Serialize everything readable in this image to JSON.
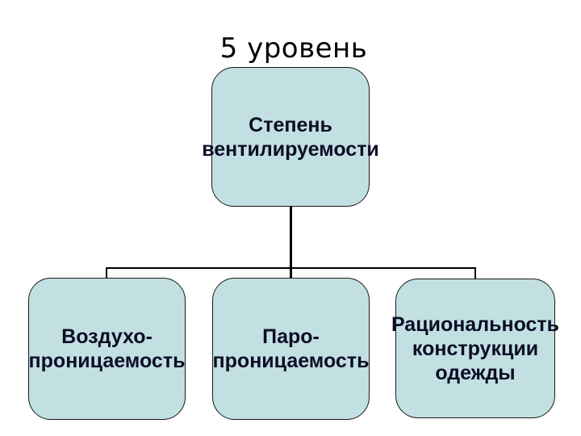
{
  "title": "5 уровень",
  "colors": {
    "node_fill": "#c2e0e2",
    "node_border": "#1a1a1a",
    "node_text": "#0d0d26",
    "title_text": "#000000",
    "connector": "#000000",
    "background": "#ffffff"
  },
  "top_node": {
    "lines": [
      "Степень",
      "вентилируемости"
    ]
  },
  "child_nodes": [
    {
      "lines": [
        "Воздухо-",
        "проницаемость"
      ]
    },
    {
      "lines": [
        "Паро-",
        "проницаемость"
      ]
    },
    {
      "lines": [
        "Рациональность",
        "конструкции",
        "одежды"
      ]
    }
  ]
}
